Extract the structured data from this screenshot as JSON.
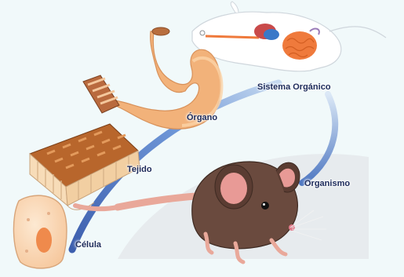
{
  "labels": {
    "cell": "Célula",
    "tissue": "Tejido",
    "organ": "Órgano",
    "organ_system": "Sistema Orgánico",
    "organism": "Organismo"
  },
  "colors": {
    "background": "#f1f9fa",
    "arrow": "#5a7fc4",
    "label_text": "#1c2a5a",
    "organ_peach": "#f2b27a",
    "mouse_brown": "#6a4a3e",
    "tail_pink": "#e9a89a",
    "intestine_orange": "#ef7a3c",
    "lung_red": "#c94a4a",
    "liver_blue": "#3a78c8"
  }
}
